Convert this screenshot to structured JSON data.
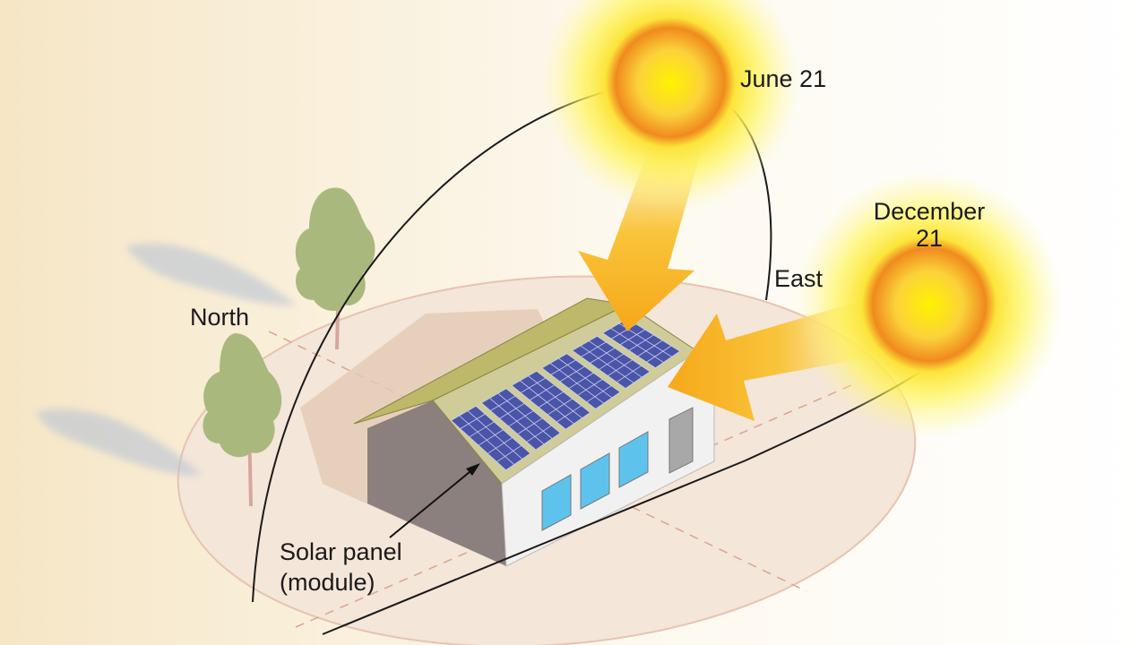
{
  "labels": {
    "june": "June 21",
    "december_line1": "December",
    "december_line2": "21",
    "east": "East",
    "north": "North",
    "panel_line1": "Solar panel",
    "panel_line2": "(module)"
  },
  "colors": {
    "sun_core": "#f08a1e",
    "sun_glow": "#fff200",
    "arrow": "#f7b21b",
    "ground": "#f4e6d9",
    "panel": "#4a55a8",
    "tree": "#a9b97d",
    "window": "#5ec3ec"
  }
}
